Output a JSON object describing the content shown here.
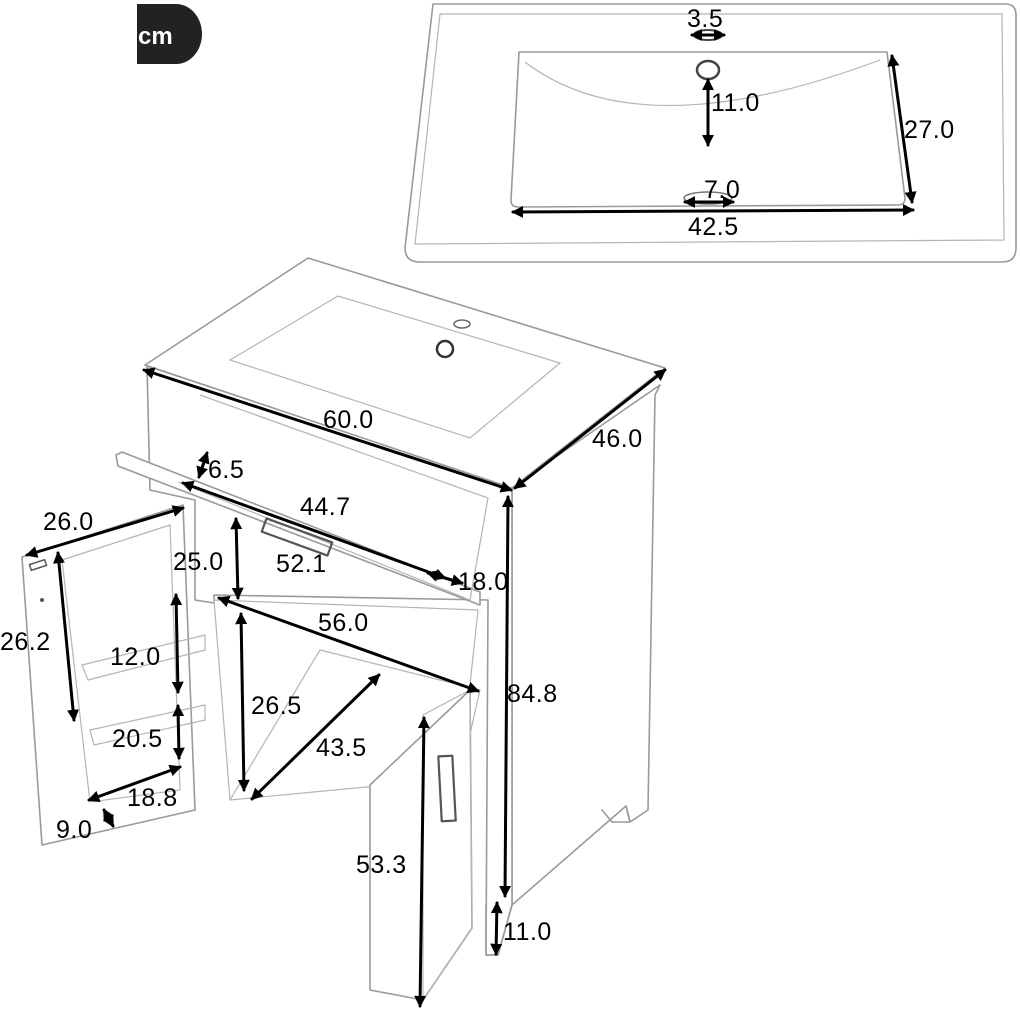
{
  "unit_badge": {
    "label": "cm",
    "color": "#222222"
  },
  "colors": {
    "dimension": "#000000",
    "outline": "#9a9a9a"
  },
  "top_view": {
    "faucet_hole": "3.5",
    "drain_to_edge": "11.0",
    "basin_depth": "27.0",
    "drain_width": "7.0",
    "basin_width": "42.5"
  },
  "cabinet": {
    "width": "60.0",
    "depth": "46.0",
    "drawer_height": "6.5",
    "drawer_width": "44.7",
    "door_width": "26.0",
    "upper_height": "25.0",
    "inner_width_top": "52.1",
    "drawer_depth": "18.0",
    "inner_width": "56.0",
    "door_height": "26.2",
    "shelf_gap_top": "12.0",
    "total_height": "84.8",
    "interior_height": "26.5",
    "shelf_gap_bottom": "20.5",
    "interior_diagonal": "43.5",
    "shelf_width": "18.8",
    "shelf_depth": "9.0",
    "right_door_height": "53.3",
    "leg_height": "11.0"
  }
}
